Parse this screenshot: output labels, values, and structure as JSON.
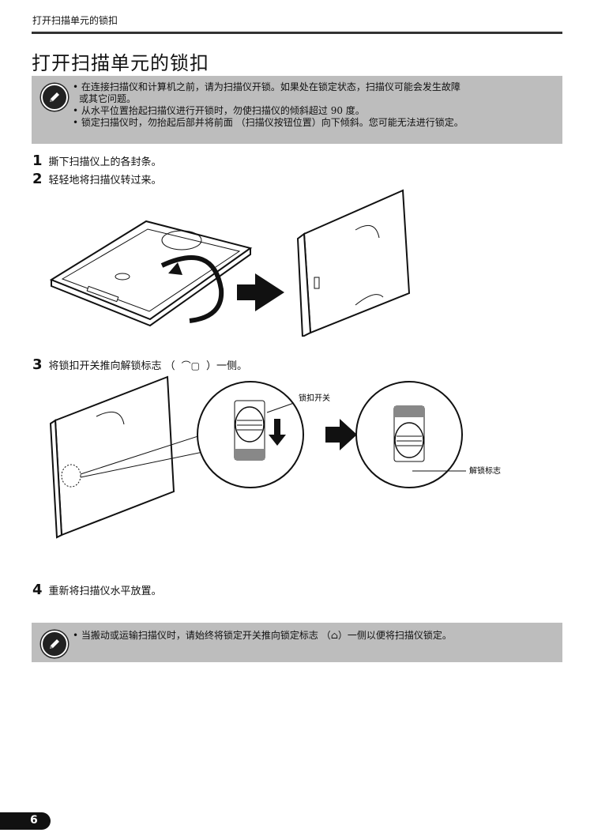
{
  "header": {
    "title": "打开扫描单元的锁扣"
  },
  "page_title": "打开扫描单元的锁扣",
  "note1": {
    "items": [
      "• 在连接扫描仪和计算机之前，请为扫描仪开锁。如果处在锁定状态，扫描仪可能会发生故障",
      "或其它问题。",
      "• 从水平位置抬起扫描仪进行开锁时，勿使扫描仪的倾斜超过 90 度。",
      "• 锁定扫描仪时，勿抬起后部并将前面 （扫描仪按钮位置）向下倾斜。您可能无法进行锁定。"
    ]
  },
  "steps": [
    {
      "num": "1",
      "text": "撕下扫描仪上的各封条。"
    },
    {
      "num": "2",
      "text": "轻轻地将扫描仪转过来。"
    },
    {
      "num": "3",
      "text_before": "将锁扣开关推向解锁标志 （",
      "text_after": "）一侧。"
    },
    {
      "num": "4",
      "text": "重新将扫描仪水平放置。"
    }
  ],
  "labels": {
    "lock_switch": "锁扣开关",
    "unlock_mark": "解锁标志"
  },
  "note2": {
    "text_before": "• 当搬动或运输扫描仪时，请始终将锁定开关推向锁定标志 （",
    "text_after": "）一侧以便将扫描仪锁定。"
  },
  "footer": {
    "page_number": "6"
  }
}
